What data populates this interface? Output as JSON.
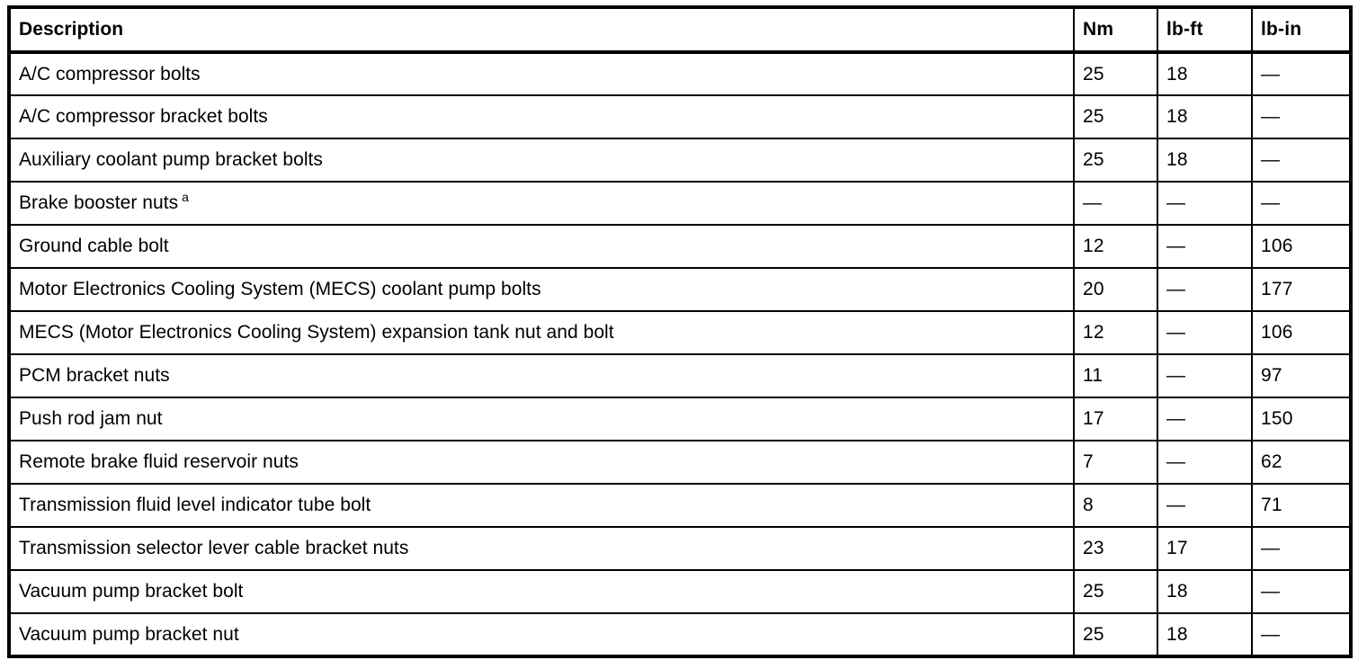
{
  "table": {
    "columns": [
      {
        "key": "description",
        "label": "Description"
      },
      {
        "key": "nm",
        "label": "Nm"
      },
      {
        "key": "lbft",
        "label": "lb-ft"
      },
      {
        "key": "lbin",
        "label": "lb-in"
      }
    ],
    "dash_symbol": "—",
    "footnote_marker": "a",
    "rows": [
      {
        "description": "A/C compressor bolts",
        "footnote": "",
        "nm": "25",
        "lbft": "18",
        "lbin": "—"
      },
      {
        "description": "A/C compressor bracket bolts",
        "footnote": "",
        "nm": "25",
        "lbft": "18",
        "lbin": "—"
      },
      {
        "description": "Auxiliary coolant pump bracket bolts",
        "footnote": "",
        "nm": "25",
        "lbft": "18",
        "lbin": "—"
      },
      {
        "description": "Brake booster nuts",
        "footnote": "a",
        "nm": "—",
        "lbft": "—",
        "lbin": "—"
      },
      {
        "description": "Ground cable bolt",
        "footnote": "",
        "nm": "12",
        "lbft": "—",
        "lbin": "106"
      },
      {
        "description": "Motor Electronics Cooling System (MECS) coolant pump bolts",
        "footnote": "",
        "nm": "20",
        "lbft": "—",
        "lbin": "177"
      },
      {
        "description": "MECS (Motor Electronics Cooling System) expansion tank nut and bolt",
        "footnote": "",
        "nm": "12",
        "lbft": "—",
        "lbin": "106"
      },
      {
        "description": "PCM bracket nuts",
        "footnote": "",
        "nm": "11",
        "lbft": "—",
        "lbin": "97"
      },
      {
        "description": "Push rod jam nut",
        "footnote": "",
        "nm": "17",
        "lbft": "—",
        "lbin": "150"
      },
      {
        "description": "Remote brake fluid reservoir nuts",
        "footnote": "",
        "nm": "7",
        "lbft": "—",
        "lbin": "62"
      },
      {
        "description": "Transmission fluid level indicator tube bolt",
        "footnote": "",
        "nm": "8",
        "lbft": "—",
        "lbin": "71"
      },
      {
        "description": "Transmission selector lever cable bracket nuts",
        "footnote": "",
        "nm": "23",
        "lbft": "17",
        "lbin": "—"
      },
      {
        "description": "Vacuum pump bracket bolt",
        "footnote": "",
        "nm": "25",
        "lbft": "18",
        "lbin": "—"
      },
      {
        "description": "Vacuum pump bracket nut",
        "footnote": "",
        "nm": "25",
        "lbft": "18",
        "lbin": "—"
      }
    ]
  },
  "colors": {
    "border": "#000000",
    "text": "#000000",
    "background": "#ffffff"
  }
}
